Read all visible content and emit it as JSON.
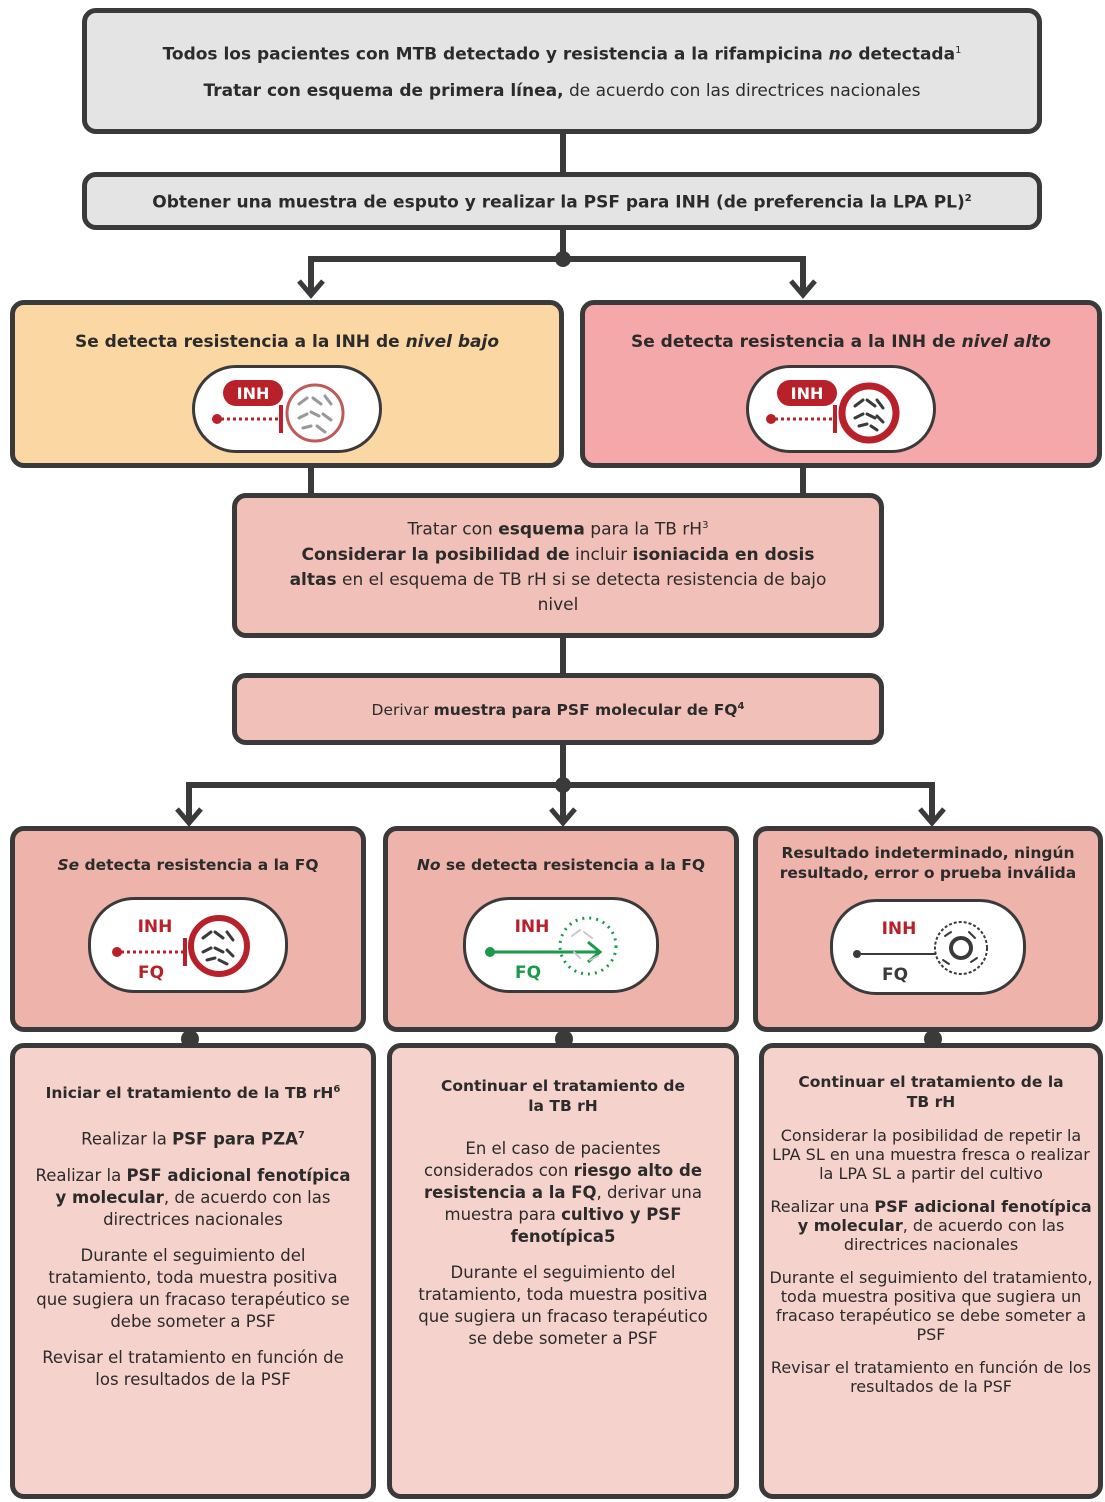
{
  "box1": {
    "line1_bold": "Todos los pacientes con MTB detectado y resistencia a la rifampicina ",
    "line1_italic": "no",
    "line1_end": " detectada",
    "line1_sup": "1",
    "line2_bold": "Tratar con esquema de primera línea,",
    "line2_rest": " de acuerdo con las directrices nacionales"
  },
  "box2": {
    "text": "Obtener una muestra de esputo y realizar la PSF para INH (de preferencia la LPA PL)",
    "sup": "2"
  },
  "low": {
    "pre": "Se detecta resistencia a la INH de ",
    "italic": "nivel bajo",
    "tag": "INH"
  },
  "high": {
    "pre": "Se detecta resistencia a la INH de ",
    "italic": "nivel  alto",
    "tag": "INH"
  },
  "treat": {
    "a": "Tratar con ",
    "b": "esquema",
    "c": " para la TB rH",
    "sup": "3",
    "d": "Considerar la posibilidad de",
    "e": " incluir ",
    "f": "isoniacida en dosis altas",
    "g": " en el esquema de TB rH si se detecta resistencia de bajo nivel"
  },
  "derive": {
    "a": "Derivar ",
    "b": "muestra para PSF molecular de FQ",
    "sup": "4"
  },
  "col1": {
    "head_italic": "Se",
    "head_rest": " detecta resistencia a la FQ",
    "tag1": "INH",
    "tag2": "FQ",
    "title": "Iniciar el tratamiento de la TB rH",
    "title_sup": "6",
    "p1a": "Realizar la ",
    "p1b": "PSF para PZA",
    "p1sup": "7",
    "p2a": "Realizar la ",
    "p2b": "PSF adicional fenotípica y molecular",
    "p2c": ", de acuerdo con las directrices nacionales",
    "p3": "Durante el seguimiento del tratamiento, toda muestra positiva que sugiera un fracaso terapéutico se debe someter a PSF",
    "p4": "Revisar el tratamiento en función de los resultados de la PSF"
  },
  "col2": {
    "head_italic": "No",
    "head_rest": " se detecta resistencia a la FQ",
    "tag1": "INH",
    "tag2": "FQ",
    "title": "Continuar el tratamiento de la TB rH",
    "p1a": "En el caso de pacientes considerados con ",
    "p1b": "riesgo alto de resistencia a la FQ",
    "p1c": ", derivar una muestra para ",
    "p1d": "cultivo y PSF fenotípica5",
    "p2": "Durante el seguimiento del tratamiento, toda muestra positiva que sugiera un fracaso terapéutico se debe someter a PSF"
  },
  "col3": {
    "head": "Resultado indeterminado, ningún resultado, error o prueba inválida",
    "tag1": "INH",
    "tag2": "FQ",
    "title": "Continuar el tratamiento de la TB rH",
    "p1": "Considerar la posibilidad de repetir la LPA SL en una muestra fresca o realizar la LPA SL a partir del cultivo",
    "p2a": "Realizar una ",
    "p2b": "PSF adicional fenotípica y molecular",
    "p2c": ", de acuerdo con las directrices nacionales",
    "p3": "Durante el seguimiento del tratamiento, toda muestra positiva que sugiera un fracaso terapéutico se debe someter a PSF",
    "p4": "Revisar el tratamiento en función de los resultados de la PSF"
  },
  "colors": {
    "inh_red": "#b8202a",
    "fq_green": "#1a9a4a",
    "outline": "#3a3a3a"
  }
}
